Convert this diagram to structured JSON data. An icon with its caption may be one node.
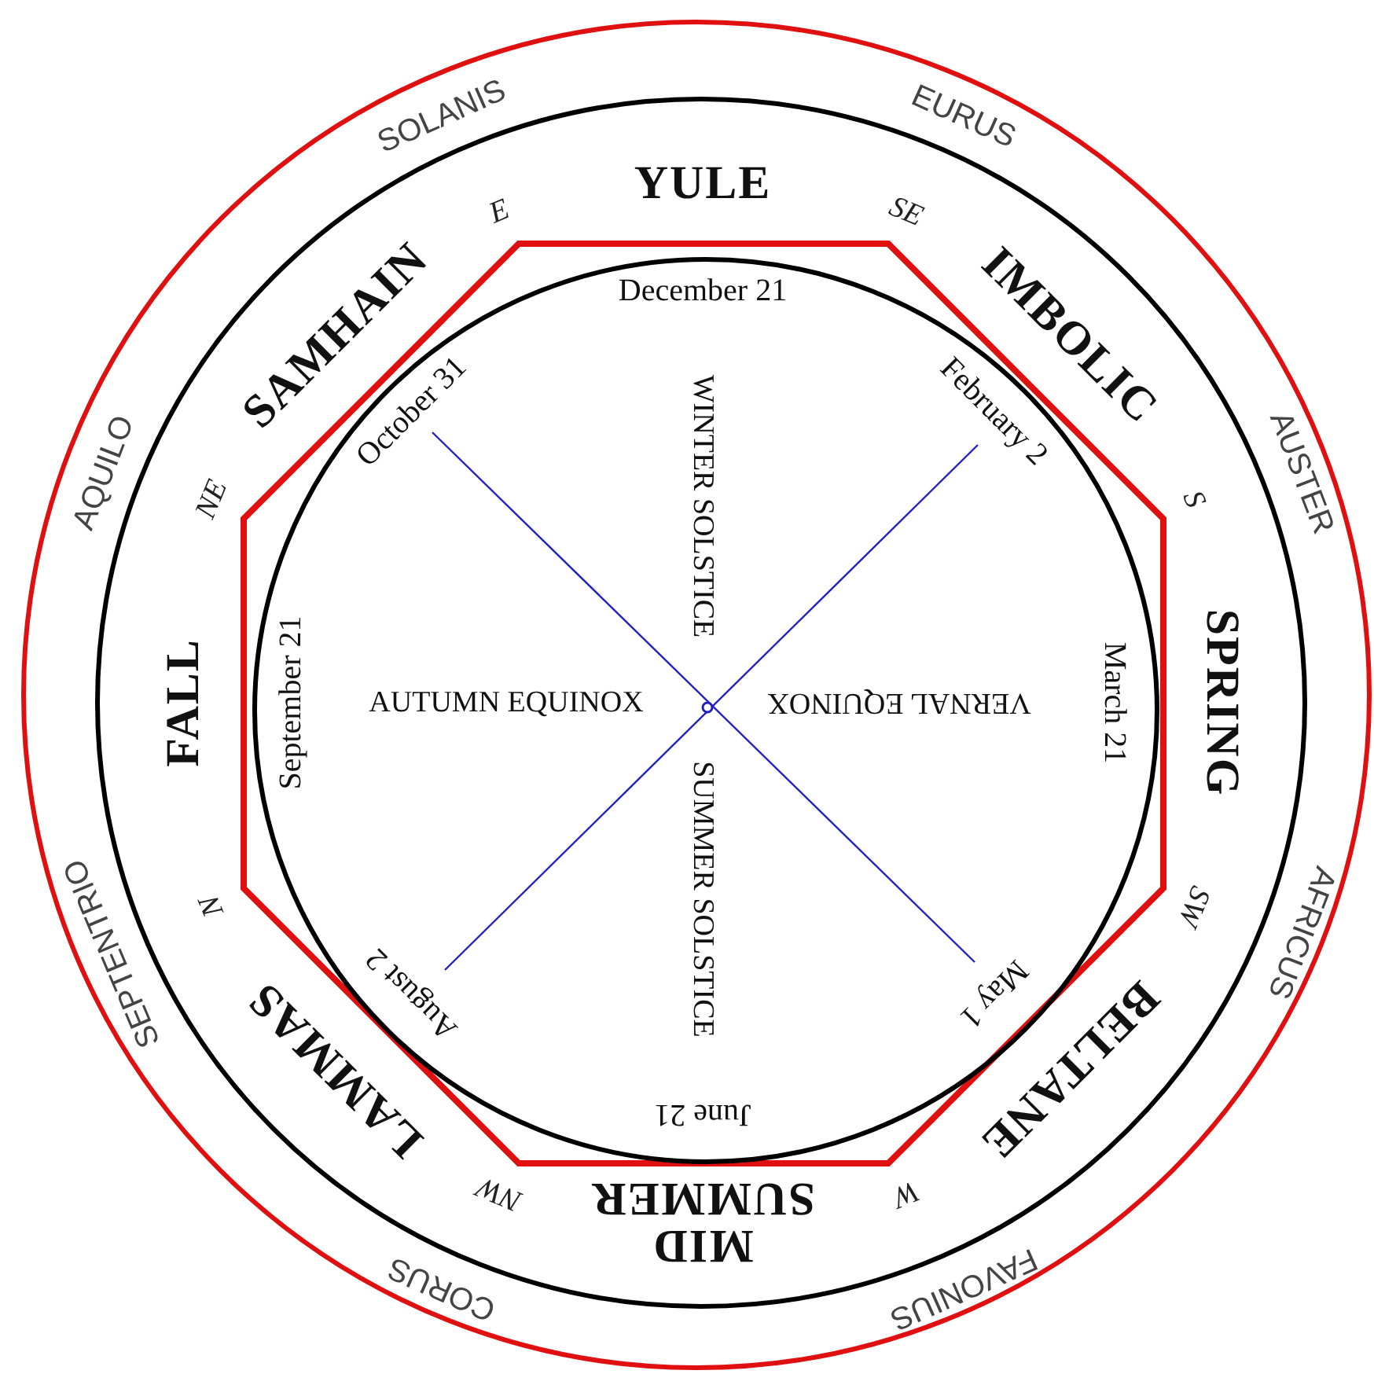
{
  "diagram": {
    "labels": [
      "SOLANIS",
      "EURUS",
      "AUSTER",
      "AFRICUS",
      "FAVONIUS",
      "CORUS",
      "SEPTENTRIO",
      "AQUILO",
      "YULE",
      "SE",
      "IMBOLIC",
      "S",
      "SPRING",
      "SW",
      "BELTANE",
      "W",
      "MID SUMMER",
      "NW",
      "LAMMAS",
      "N",
      "FALL",
      "NE",
      "SAMHAIN",
      "E",
      "December 21",
      "February 2",
      "March 21",
      "May 1",
      "June 21",
      "August 2",
      "September 21",
      "October 31",
      "WINTER SOLSTICE",
      "VERNAL EQUINOX",
      "SUMMER SOLSTICE",
      "AUTUMN EQUINOX"
    ]
  }
}
